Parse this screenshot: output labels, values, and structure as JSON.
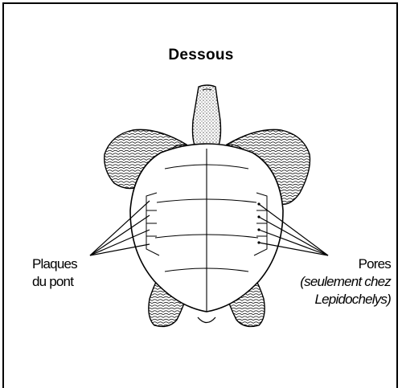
{
  "title": "Dessous",
  "left_label": {
    "line1": "Plaques",
    "line2": "du pont"
  },
  "right_label": {
    "line1": "Pores",
    "line2": "(seulement chez",
    "line3": "Lepidochelys)"
  }
}
